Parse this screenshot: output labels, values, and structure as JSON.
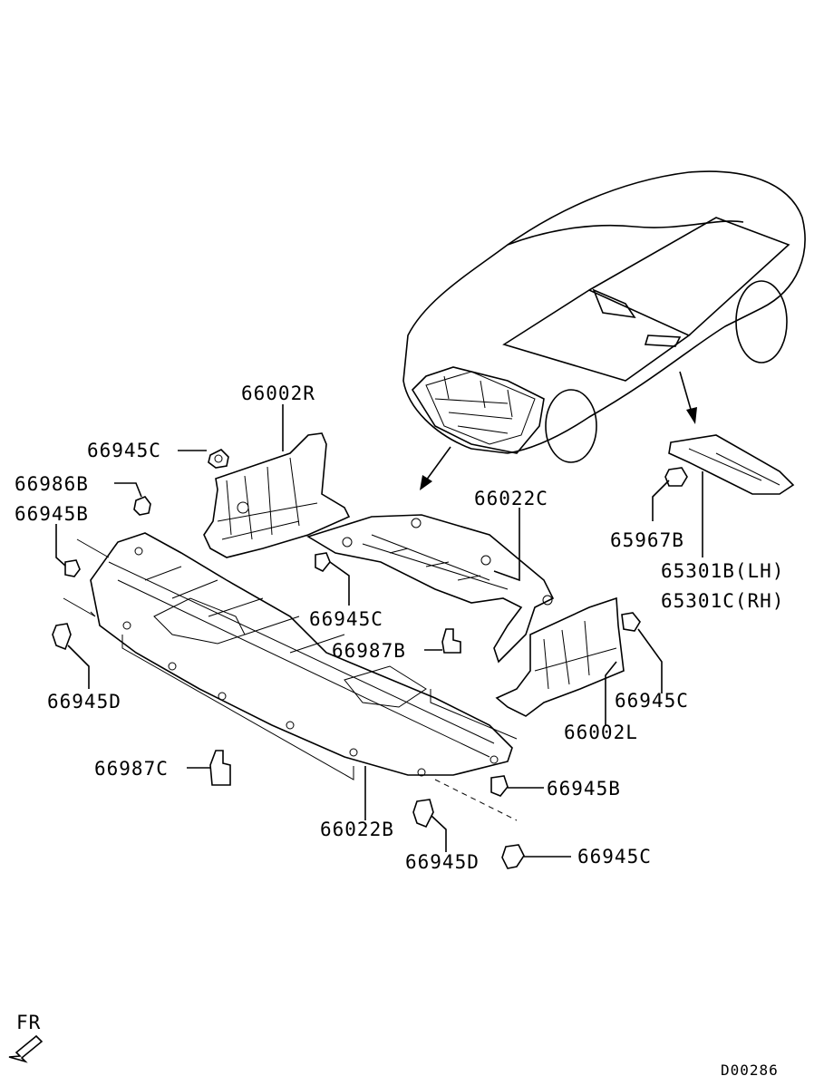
{
  "diagram": {
    "drawing_number": "D00286",
    "direction_marker": "FR",
    "callouts": [
      {
        "id": "66002R",
        "text": "66002R"
      },
      {
        "id": "66945C-a",
        "text": "66945C"
      },
      {
        "id": "66986B",
        "text": "66986B"
      },
      {
        "id": "66945B-a",
        "text": "66945B"
      },
      {
        "id": "66022C",
        "text": "66022C"
      },
      {
        "id": "65967B",
        "text": "65967B"
      },
      {
        "id": "65301B",
        "text": "65301B(LH)"
      },
      {
        "id": "65301C",
        "text": "65301C(RH)"
      },
      {
        "id": "66945C-b",
        "text": "66945C"
      },
      {
        "id": "66987B",
        "text": "66987B"
      },
      {
        "id": "66945D-a",
        "text": "66945D"
      },
      {
        "id": "66945C-c",
        "text": "66945C"
      },
      {
        "id": "66002L",
        "text": "66002L"
      },
      {
        "id": "66987C",
        "text": "66987C"
      },
      {
        "id": "66945B-b",
        "text": "66945B"
      },
      {
        "id": "66022B",
        "text": "66022B"
      },
      {
        "id": "66945D-b",
        "text": "66945D"
      },
      {
        "id": "66945C-d",
        "text": "66945C"
      }
    ]
  }
}
